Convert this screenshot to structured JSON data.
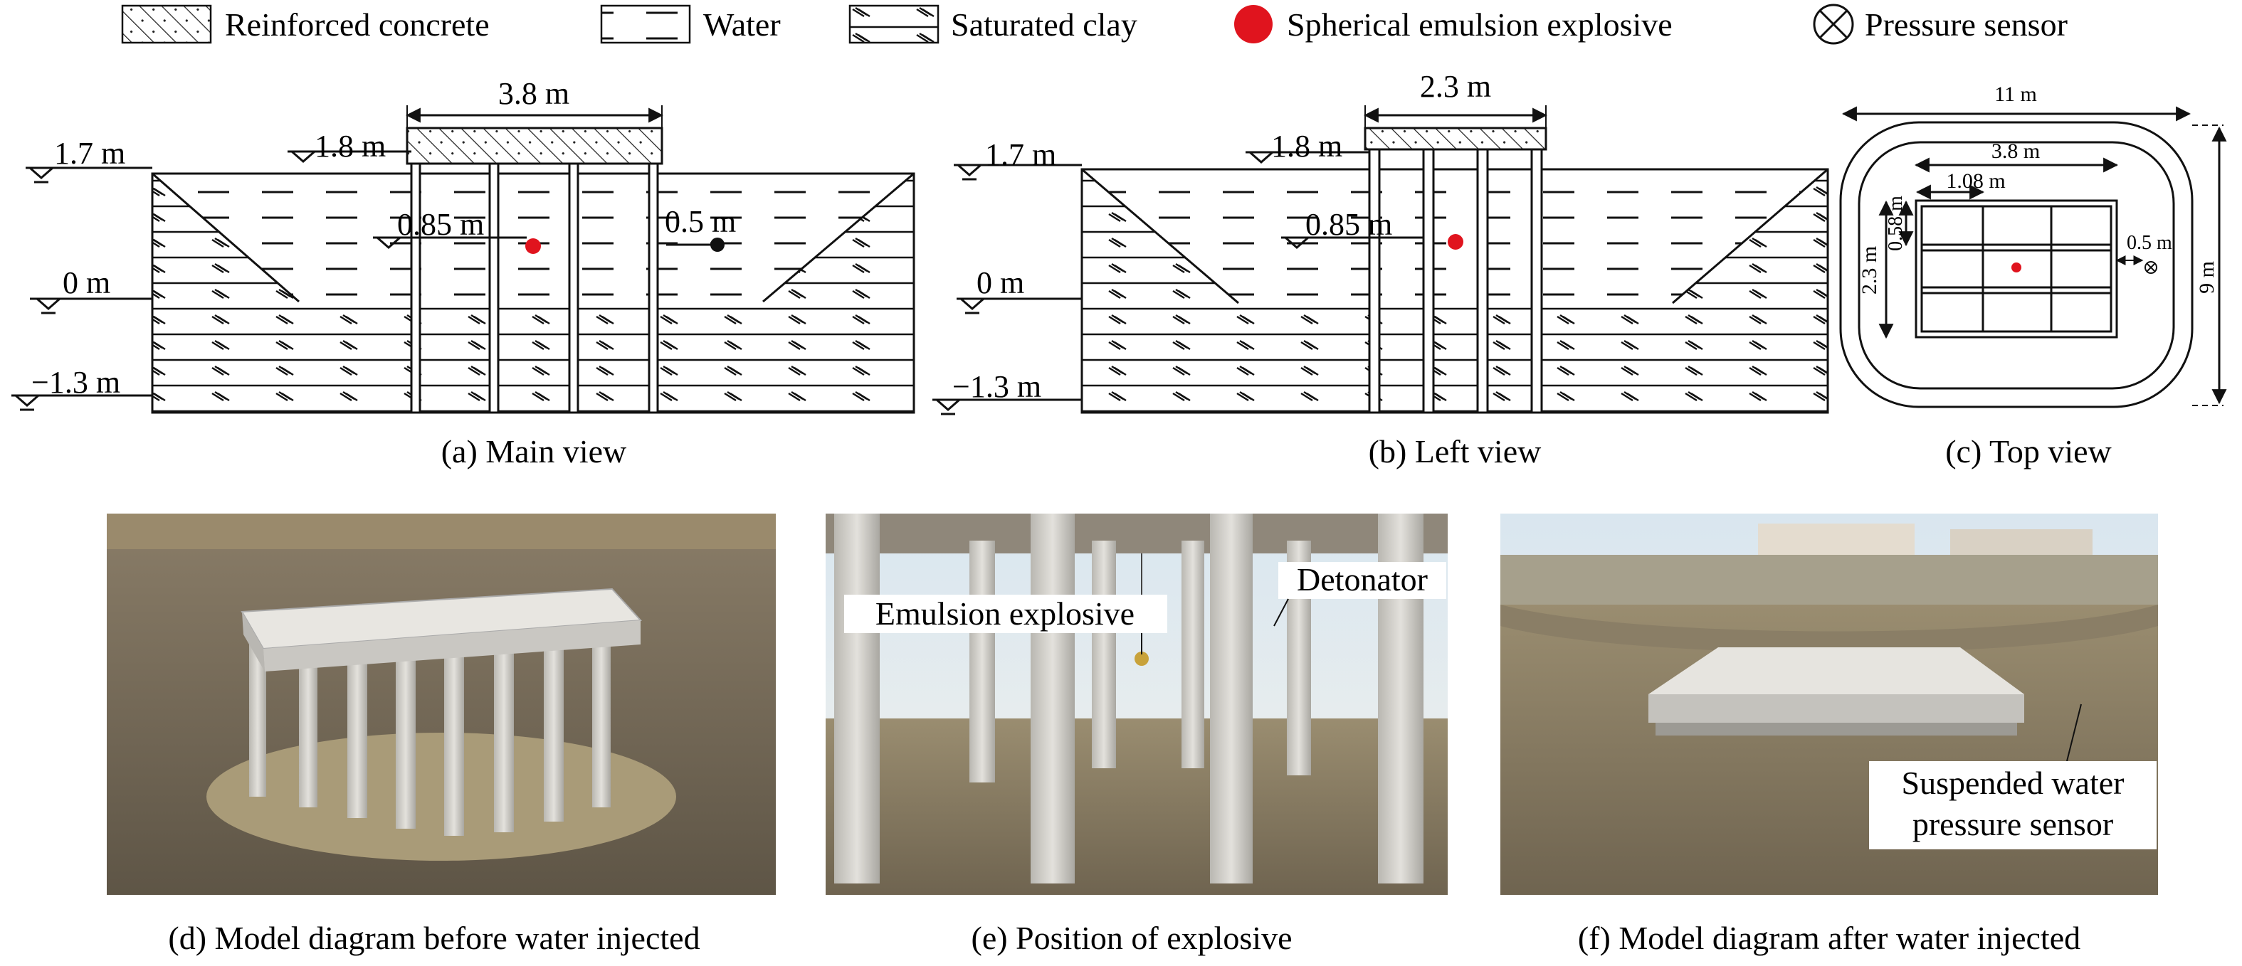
{
  "legend": {
    "concrete": "Reinforced concrete",
    "water": "Water",
    "clay": "Saturated clay",
    "explosive": "Spherical emulsion explosive",
    "sensor": "Pressure sensor"
  },
  "main_view": {
    "width": "3.8 m",
    "level_top": "1.8 m",
    "level_water": "1.7 m",
    "level_charge": "0.85 m",
    "level_zero": "0 m",
    "level_bottom": "−1.3 m",
    "sensor_offset": "0.5 m",
    "caption": "(a) Main view"
  },
  "left_view": {
    "width": "2.3 m",
    "level_top": "1.8 m",
    "level_water": "1.7 m",
    "level_charge": "0.85 m",
    "level_zero": "0 m",
    "level_bottom": "−1.3 m",
    "caption": "(b) Left view"
  },
  "top_view": {
    "pool_length": "11 m",
    "pool_width": "9 m",
    "platform_length": "3.8 m",
    "platform_width": "2.3 m",
    "bay_length": "1.08 m",
    "bay_width": "0.58 m",
    "sensor_offset": "0.5 m",
    "caption": "(c) Top view"
  },
  "photos": {
    "d_caption": "(d) Model diagram before water injected",
    "e_caption": "(e) Position of explosive",
    "f_caption": "(f) Model diagram after water injected",
    "e_label_explosive": "Emulsion explosive",
    "e_label_detonator": "Detonator",
    "f_label_line1": "Suspended water",
    "f_label_line2": "pressure sensor"
  },
  "colors": {
    "explosive": "#e0141e",
    "sensor": "#111111",
    "line": "#111111"
  }
}
